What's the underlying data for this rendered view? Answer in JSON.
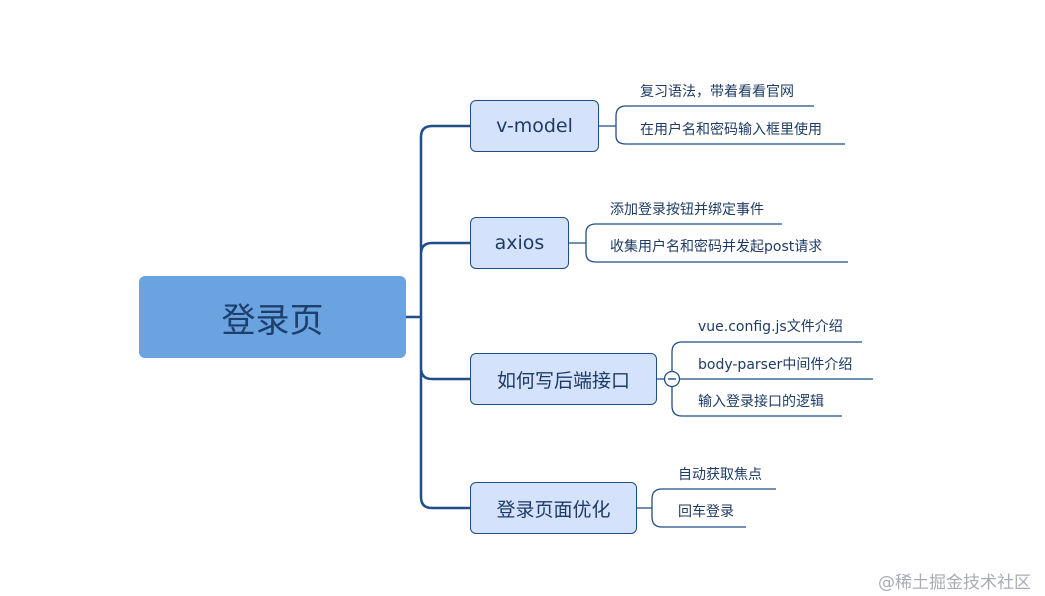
{
  "root": {
    "label": "登录页"
  },
  "branches": [
    {
      "label": "v-model",
      "children": [
        "复习语法，带着看看官网",
        "在用户名和密码输入框里使用"
      ]
    },
    {
      "label": "axios",
      "children": [
        "添加登录按钮并绑定事件",
        "收集用户名和密码并发起post请求"
      ]
    },
    {
      "label": "如何写后端接口",
      "collapse_icon": "minus-circle-icon",
      "children": [
        "vue.config.js文件介绍",
        "body-parser中间件介绍",
        "输入登录接口的逻辑"
      ]
    },
    {
      "label": "登录页面优化",
      "children": [
        "自动获取焦点",
        "回车登录"
      ]
    }
  ],
  "watermark": "@稀土掘金技术社区",
  "colors": {
    "root_fill": "#6aa3e0",
    "topic_fill": "#d4e2fb",
    "connector": "#1f4e8a",
    "text": "#1e3b66"
  }
}
